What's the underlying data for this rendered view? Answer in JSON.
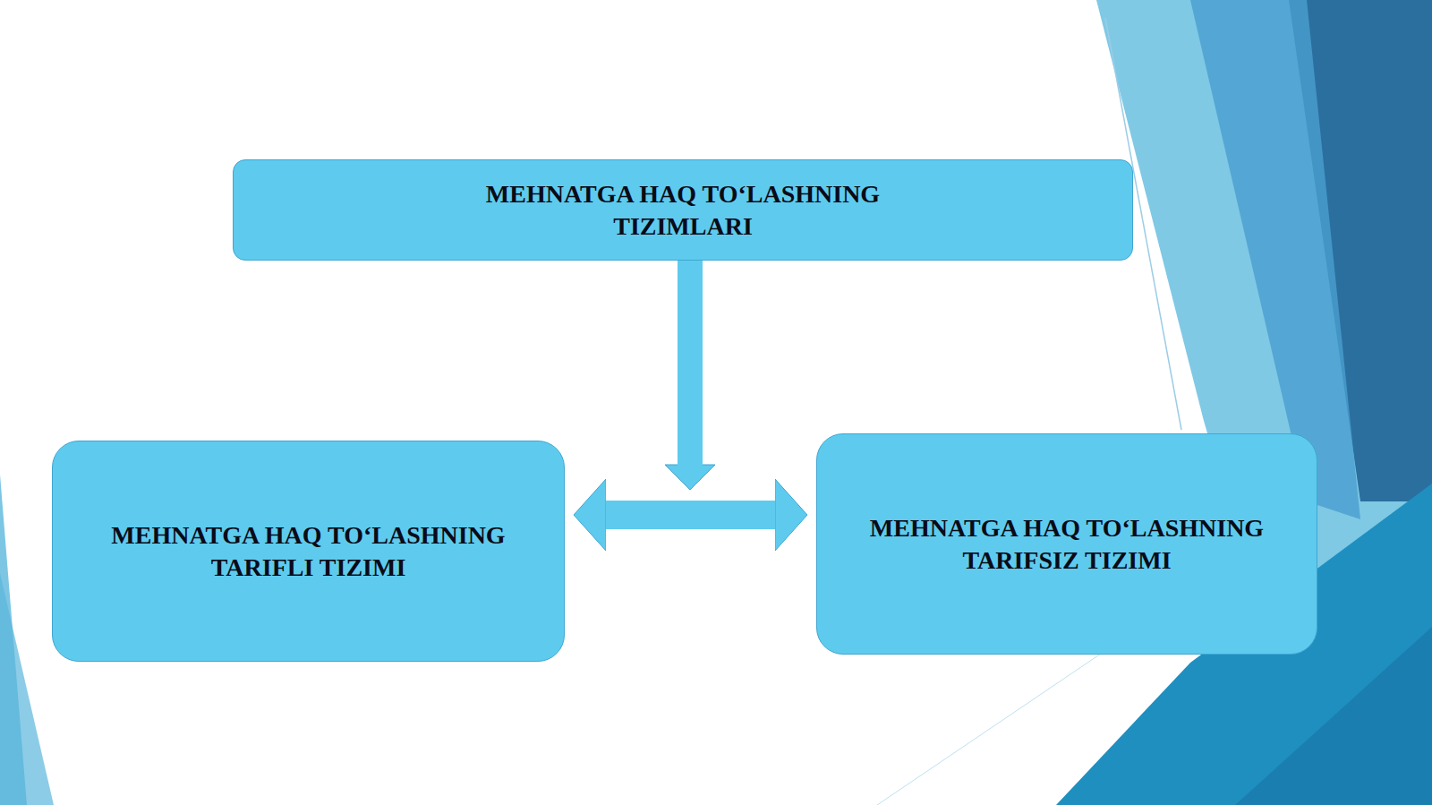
{
  "diagram": {
    "nodes": [
      {
        "text": [
          "MEHNATGA HAQ TO‘LASHNING TIZIMLARI"
        ]
      },
      {
        "text": [
          "MEHNATGA HAQ TO‘LASHNING TARIFLI TIZIMI"
        ]
      },
      {
        "text": [
          "MEHNATGA HAQ TO‘LASHNING TARIFSIZ TIZIMI"
        ]
      }
    ],
    "edges": [
      {
        "from": 0,
        "to": 1,
        "arrow": "to"
      },
      {
        "from": 0,
        "to": 2,
        "arrow": "to"
      }
    ]
  }
}
